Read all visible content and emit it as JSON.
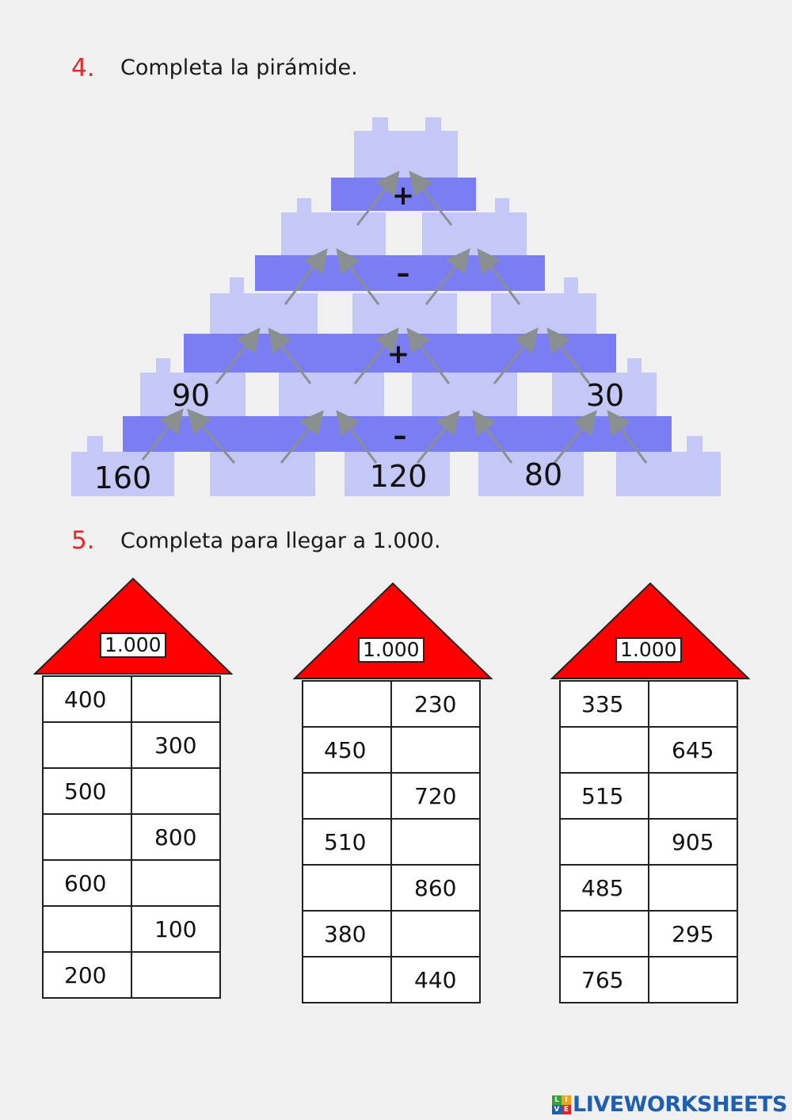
{
  "exercise4": {
    "number": "4.",
    "instruction": "Completa la pirámide.",
    "pyramid": {
      "bottom_row": [
        "160",
        "",
        "120",
        "80",
        ""
      ],
      "row2": [
        "90",
        "",
        "",
        "30"
      ],
      "row3": [
        "",
        "",
        ""
      ],
      "row4": [
        "",
        ""
      ],
      "top": "",
      "operators": [
        "–",
        "+",
        "–",
        "+"
      ]
    }
  },
  "exercise5": {
    "number": "5.",
    "instruction": "Completa para llegar a 1.000.",
    "houses": [
      {
        "roof": "1.000",
        "rows": [
          [
            "400",
            ""
          ],
          [
            "",
            "300"
          ],
          [
            "500",
            ""
          ],
          [
            "",
            "800"
          ],
          [
            "600",
            ""
          ],
          [
            "",
            "100"
          ],
          [
            "200",
            ""
          ]
        ]
      },
      {
        "roof": "1.000",
        "rows": [
          [
            "",
            "230"
          ],
          [
            "450",
            ""
          ],
          [
            "",
            "720"
          ],
          [
            "510",
            ""
          ],
          [
            "",
            "860"
          ],
          [
            "380",
            ""
          ],
          [
            "",
            "440"
          ]
        ]
      },
      {
        "roof": "1.000",
        "rows": [
          [
            "335",
            ""
          ],
          [
            "",
            "645"
          ],
          [
            "515",
            ""
          ],
          [
            "",
            "905"
          ],
          [
            "485",
            ""
          ],
          [
            "",
            "295"
          ],
          [
            "765",
            ""
          ]
        ]
      }
    ]
  },
  "colors": {
    "accent_red": "#e8262a",
    "roof_red": "#ff0000",
    "block_light": "#c5c8f7",
    "band_blue": "#7b7ef2"
  },
  "footer": {
    "logo_mark": [
      "L",
      "I",
      "V",
      "E"
    ],
    "logo_text": "LIVEWORKSHEETS"
  }
}
